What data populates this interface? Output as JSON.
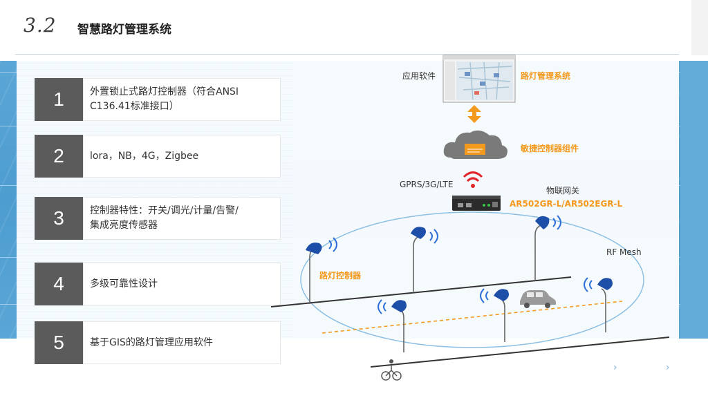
{
  "header": {
    "section_number": "3.2",
    "title": "智慧路灯管理系统"
  },
  "features": [
    {
      "num": "1",
      "line1": "外置锁止式路灯控制器（符合ANSI",
      "line2": "C136.41标准接口）"
    },
    {
      "num": "2",
      "line1": "lora，NB，4G，Zigbee",
      "line2": ""
    },
    {
      "num": "3",
      "line1": "控制器特性：开关/调光/计量/告警/",
      "line2": "集成亮度传感器"
    },
    {
      "num": "4",
      "line1": "多级可靠性设计",
      "line2": ""
    },
    {
      "num": "5",
      "line1": "基于GIS的路灯管理应用软件",
      "line2": ""
    }
  ],
  "diagram": {
    "app_software": "应用软件",
    "streetlight_system": "路灯管理系统",
    "agile_controller": "敏捷控制器组件",
    "network": "GPRS/3G/LTE",
    "iot_gateway": "物联网关",
    "gateway_model": "AR502GR-L/AR502EGR-L",
    "rf_mesh": "RF Mesh",
    "lamp_controller": "路灯控制器"
  },
  "colors": {
    "accent_orange": "#f39a1e",
    "band_blue": "#4e9dd0",
    "number_box": "#5b5b5b",
    "controller_blue": "#1e4fa8"
  }
}
